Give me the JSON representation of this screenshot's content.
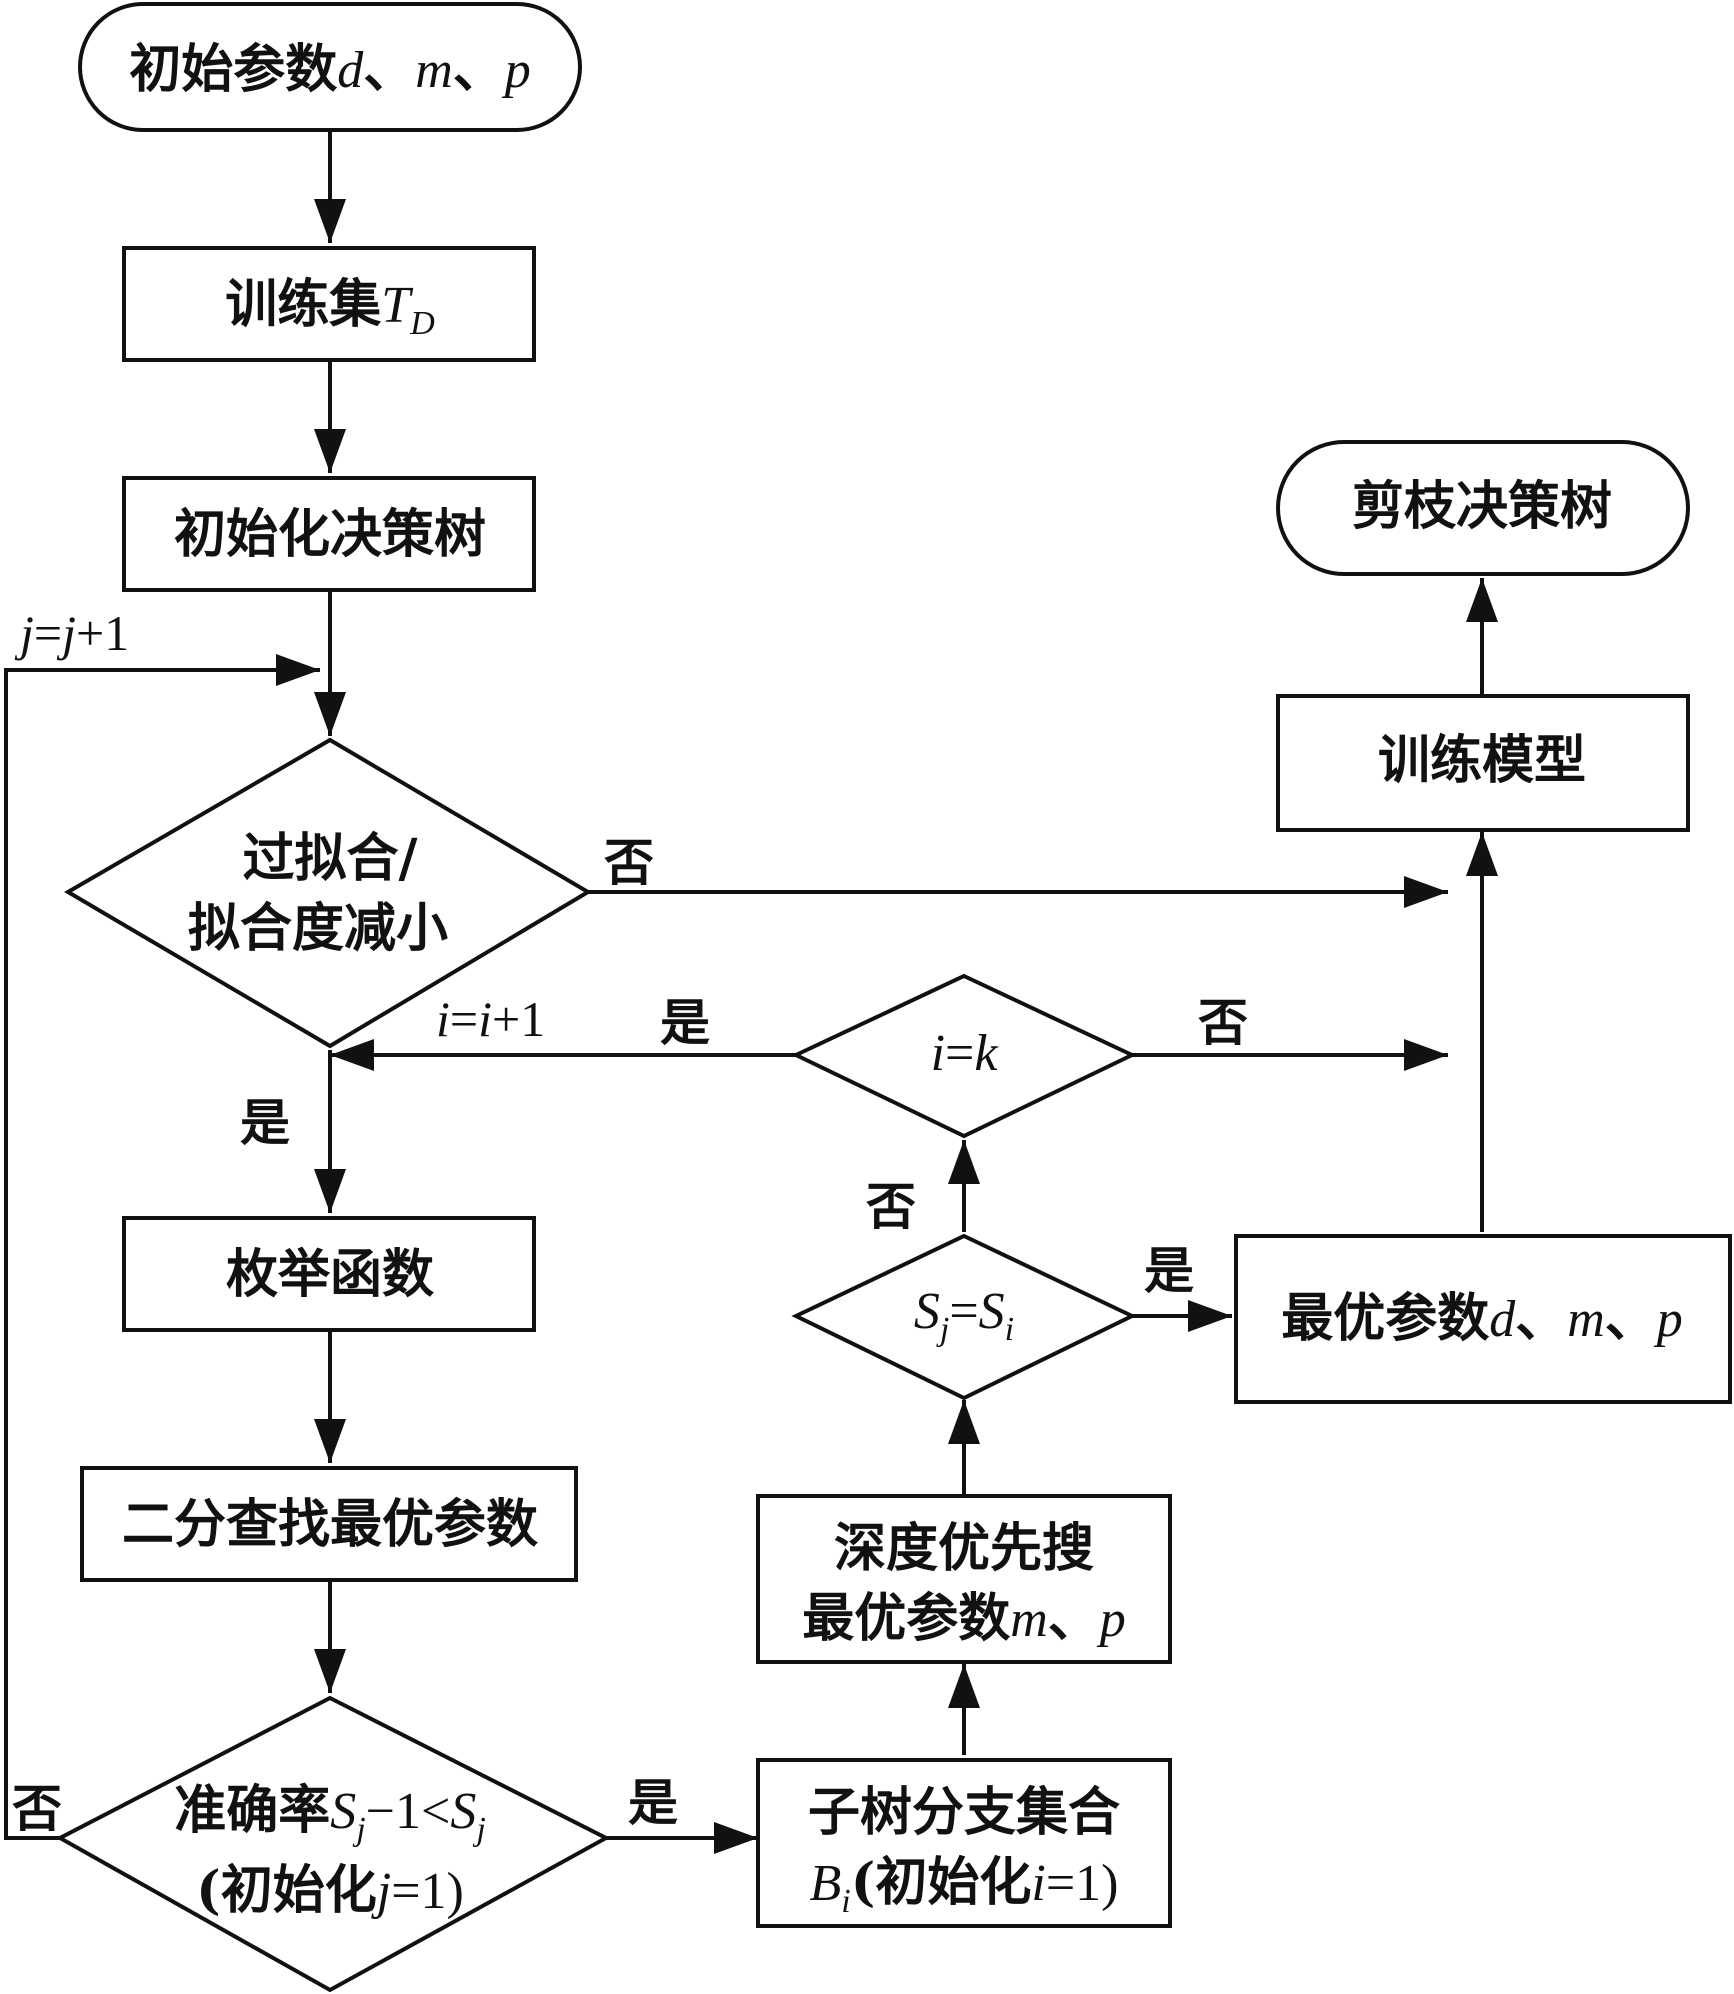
{
  "nodes": {
    "start": {
      "label": "初始参数",
      "var_d": "d",
      "sep1": "、",
      "var_m": "m",
      "sep2": "、",
      "var_p": "p"
    },
    "train_set": {
      "label": "训练集",
      "var": "T",
      "sub": "D"
    },
    "init_tree": {
      "label": "初始化决策树"
    },
    "overfit": {
      "line1": "过拟合/",
      "line2": "拟合度减小"
    },
    "enum": {
      "label": "枚举函数"
    },
    "binary": {
      "label": "二分查找最优参数"
    },
    "accuracy": {
      "line1_prefix": "准确率",
      "s1": "S",
      "s1_sub": "j",
      "mid": "−1<",
      "s2": "S",
      "s2_sub": "j",
      "line2_prefix": "(初始化",
      "line2_var": "j",
      "line2_suffix": "=1)"
    },
    "subtree": {
      "line1": "子树分支集合",
      "var": "B",
      "sub": "i",
      "line2_prefix": "(初始化",
      "line2_var": "i",
      "line2_suffix": "=1)"
    },
    "dfs": {
      "line1": "深度优先搜",
      "line2_prefix": "最优参数",
      "var_m": "m",
      "sep": "、",
      "var_p": "p"
    },
    "sj_si": {
      "s1": "S",
      "s1_sub": "j",
      "eq": "=",
      "s2": "S",
      "s2_sub": "i"
    },
    "i_eq_k": {
      "var_i": "i",
      "eq": "=",
      "var_k": "k"
    },
    "best_params": {
      "label": "最优参数",
      "var_d": "d",
      "sep1": "、",
      "var_m": "m",
      "sep2": "、",
      "var_p": "p"
    },
    "train_model": {
      "label": "训练模型"
    },
    "pruned_tree": {
      "label": "剪枝决策树"
    }
  },
  "edge_labels": {
    "j_increment": {
      "v1": "j",
      "eq": "=",
      "v2": "j",
      "plus": "+1"
    },
    "i_increment": {
      "v1": "i",
      "eq": "=",
      "v2": "i",
      "plus": "+1"
    },
    "overfit_no": "否",
    "overfit_yes": "是",
    "ik_yes": "是",
    "ik_no": "否",
    "sjsi_no": "否",
    "sjsi_yes": "是",
    "acc_no": "否",
    "acc_yes": "是"
  }
}
